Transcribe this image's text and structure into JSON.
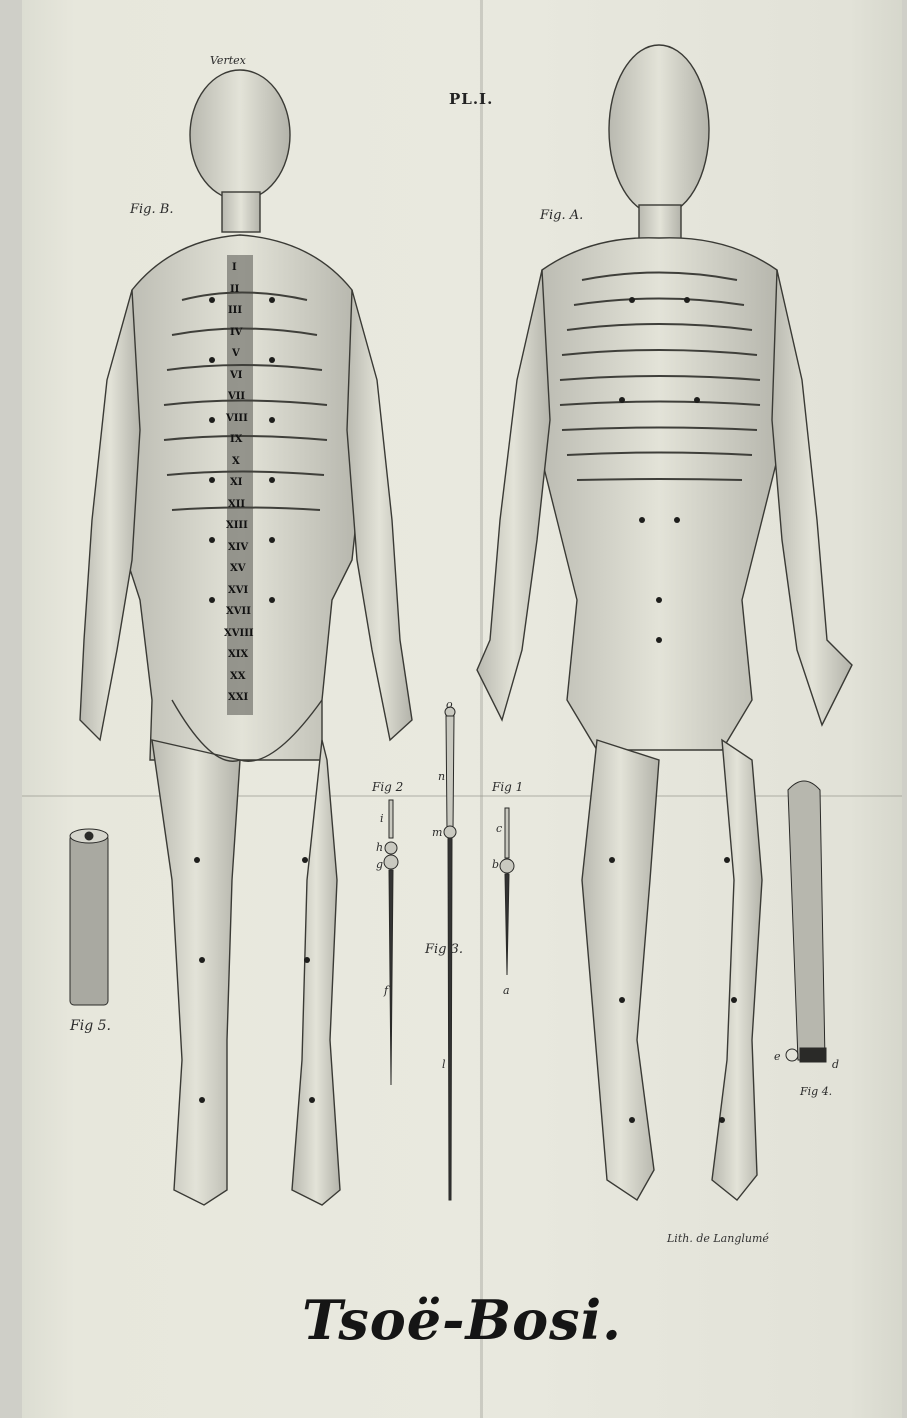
{
  "plate": {
    "number": "PL.I.",
    "title": "Tsoë-Bosi.",
    "credit": "Lith. de Langlumé"
  },
  "labels": {
    "vertex": "Vertex",
    "fig_b": "Fig. B.",
    "fig_a": "Fig. A.",
    "fig_1": "Fig 1",
    "fig_2": "Fig 2",
    "fig_3": "Fig 3.",
    "fig_4": "Fig 4.",
    "fig_5": "Fig 5."
  },
  "needle_letters": [
    "i",
    "h",
    "g",
    "f",
    "m",
    "n",
    "o",
    "l",
    "c",
    "b",
    "a",
    "e",
    "d"
  ],
  "vertebrae": [
    "I",
    "II",
    "III",
    "IV",
    "V",
    "VI",
    "VII",
    "VIII",
    "IX",
    "X",
    "XI",
    "XII",
    "XIII",
    "XIV",
    "XV",
    "XVI",
    "XVII",
    "XVIII",
    "XIX",
    "XX",
    "XXI"
  ]
}
